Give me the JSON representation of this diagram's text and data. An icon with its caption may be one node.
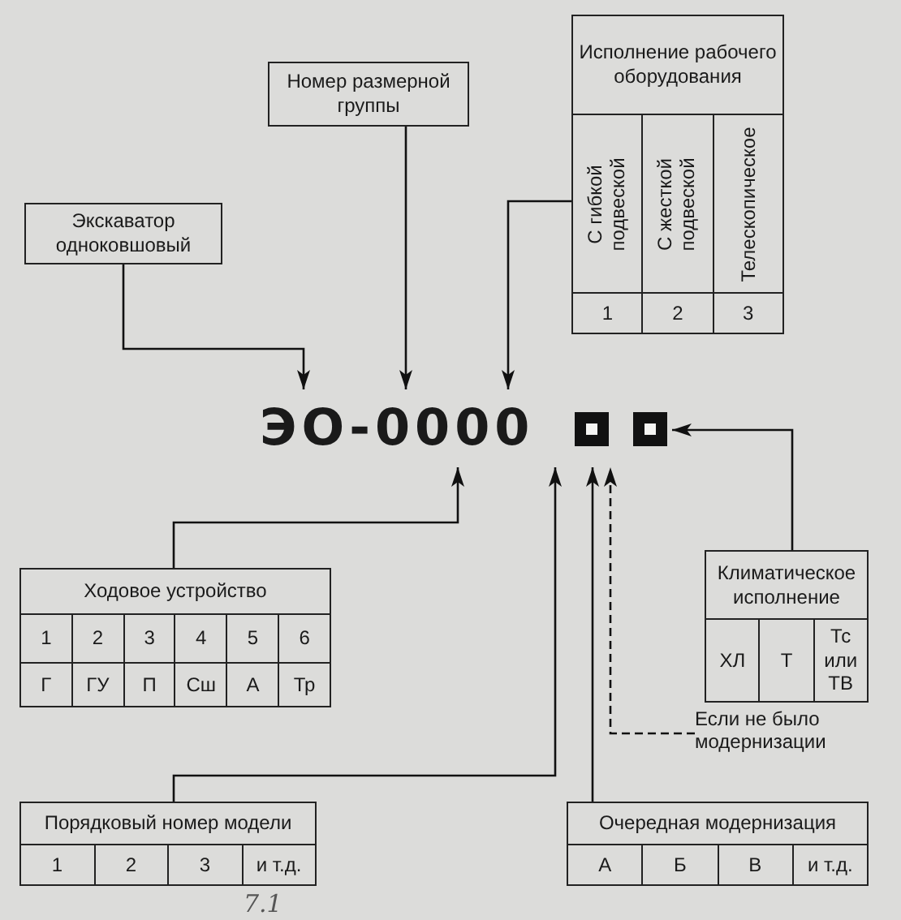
{
  "diagram": {
    "nodes": [
      {
        "text": [
          "Экскаватор одноковшовый"
        ]
      },
      {
        "text": [
          "Номер размерной группы"
        ]
      },
      {
        "text": [
          "Исполнение рабочего оборудования",
          "С гибкой подвеской",
          "С жесткой подвеской",
          "Телескопическое",
          "1",
          "2",
          "3"
        ]
      },
      {
        "text": [
          "ЭО-0000"
        ]
      },
      {
        "text": [
          "Ходовое устройство",
          "1",
          "2",
          "3",
          "4",
          "5",
          "6",
          "Г",
          "ГУ",
          "П",
          "Сш",
          "А",
          "Тр"
        ]
      },
      {
        "text": [
          "Климатическое исполнение",
          "ХЛ",
          "Т",
          "Тс или ТВ"
        ]
      },
      {
        "text": [
          "Если не было модернизации"
        ]
      },
      {
        "text": [
          "Порядковый номер модели",
          "1",
          "2",
          "3",
          "и т.д."
        ]
      },
      {
        "text": [
          "Очередная модернизация",
          "А",
          "Б",
          "В",
          "и т.д."
        ]
      }
    ],
    "edges": [
      {
        "from": 0,
        "to": 3,
        "arrow": "to"
      },
      {
        "from": 1,
        "to": 3,
        "arrow": "to"
      },
      {
        "from": 2,
        "to": 3,
        "arrow": "to"
      },
      {
        "from": 5,
        "to": 3,
        "arrow": "to"
      },
      {
        "from": 4,
        "to": 3,
        "arrow": "to"
      },
      {
        "from": 7,
        "to": 3,
        "arrow": "to"
      },
      {
        "from": 8,
        "to": 3,
        "arrow": "to"
      },
      {
        "from": 6,
        "to": 3,
        "arrow": "to",
        "style": "dashed"
      }
    ],
    "labels": [
      "7.1"
    ]
  }
}
